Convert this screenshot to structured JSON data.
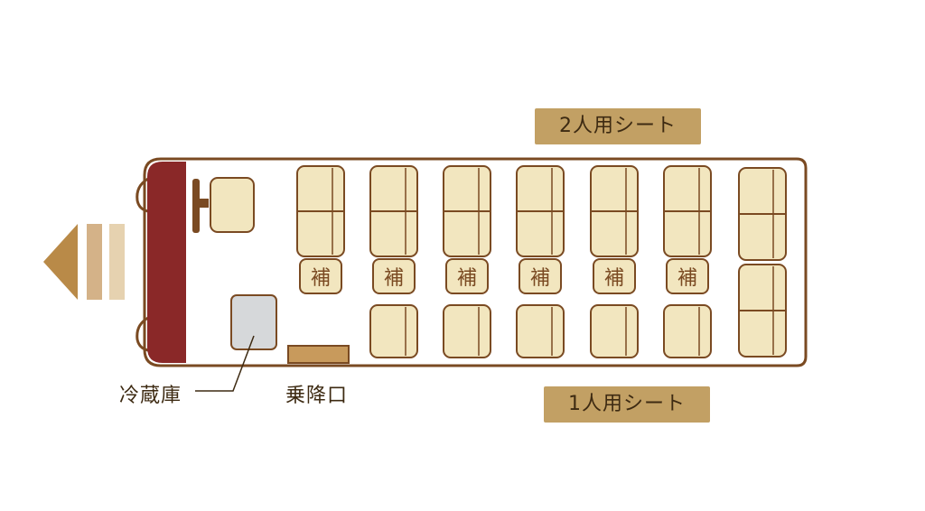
{
  "labels": {
    "double_seat": "2人用シート",
    "single_seat": "1人用シート",
    "fridge": "冷蔵庫",
    "entrance": "乗降口",
    "aux_seat": "補"
  },
  "colors": {
    "seat_fill": "#f2e6bf",
    "seat_stroke": "#7a4a22",
    "front_red": "#8a2828",
    "body_stroke": "#7a4a22",
    "tag_bg": "#c2a064",
    "arrow_dark": "#b98a48",
    "arrow_mid": "#d4b288",
    "arrow_light": "#e6d2b0",
    "fridge_fill": "#d6d8da",
    "door_fill": "#c89a5c"
  },
  "icons": {
    "direction": "arrow-left-icon",
    "steering": "steering-wheel-icon"
  }
}
